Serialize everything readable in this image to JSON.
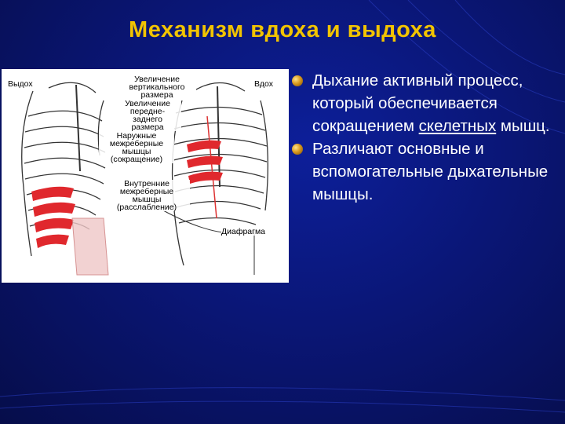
{
  "slide": {
    "title": "Механизм вдоха и выдоха"
  },
  "figure": {
    "labels": {
      "exhale": "Выдох",
      "inhale": "Вдох",
      "vertical_1": "Увеличение",
      "vertical_2": "вертикального",
      "vertical_3": "размера",
      "ap_1": "Увеличение",
      "ap_2": "передне-",
      "ap_3": "заднего",
      "ap_4": "размера",
      "ext_1": "Наружные",
      "ext_2": "межреберные",
      "ext_3": "мышцы",
      "ext_4": "(сокращение)",
      "int_1": "Внутренние",
      "int_2": "межреберные",
      "int_3": "мышцы",
      "int_4": "(расслабление)",
      "diaphragm": "Диафрагма"
    }
  },
  "bullets": [
    {
      "text_before": "Дыхание активный процесс, который обеспечивается сокращением ",
      "underlined": "скелетных",
      "text_after": " мышц."
    },
    {
      "text_before": "Различают  основные и вспомогательные дыхательные мышцы.",
      "underlined": "",
      "text_after": ""
    }
  ],
  "colors": {
    "background": "#0a1676",
    "title": "#f2c400",
    "text": "#ffffff",
    "muscle": "#e0282d",
    "bullet": "#d99a1e"
  }
}
